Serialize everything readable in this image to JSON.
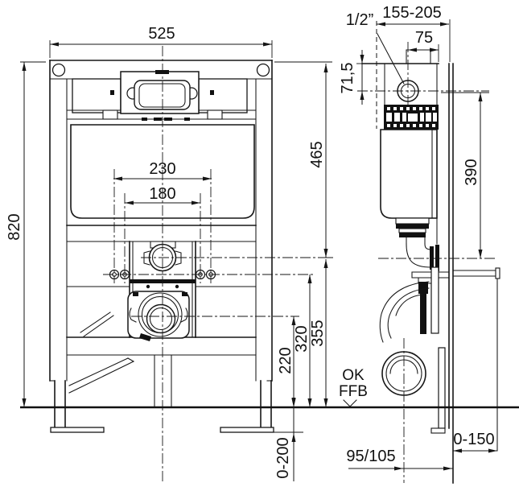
{
  "drawing": {
    "type": "technical installation drawing",
    "subject": "concealed WC cistern mounting frame, front and side view with installation dimensions",
    "units": "mm",
    "front_view": {
      "width": "525",
      "height": "820",
      "bolt_spacing_outer": "230",
      "bolt_spacing_inner": "180",
      "top_to_flush_axis": "465",
      "flush_axis_height": "355",
      "bolt_axis_height": "320",
      "waste_axis_height": "220",
      "leg_adjustment": "0-200"
    },
    "side_view": {
      "depth_range": "155-205",
      "water_connection": "1/2”",
      "water_offset": "75",
      "water_axis_depth": "71,5",
      "water_to_flush_axis": "390",
      "floor_ok": "OK",
      "floor_ffb": "FFB",
      "waste_wall_offset": "95/105",
      "wall_clearance": "0-150"
    }
  }
}
